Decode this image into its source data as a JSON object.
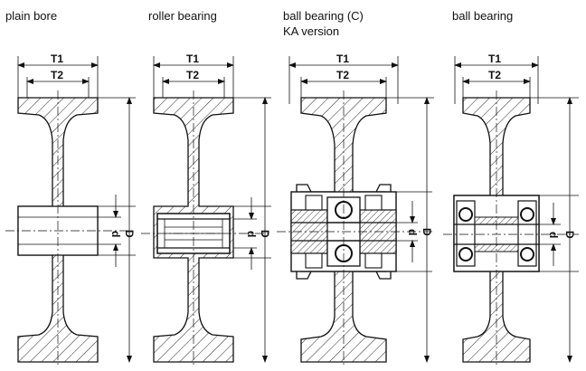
{
  "captions": {
    "plain_bore": "plain bore",
    "roller_bearing": "roller bearing",
    "ball_bearing_c": "ball bearing (C)",
    "ka_version": "KA version",
    "ball_bearing": "ball bearing"
  },
  "dimensions": {
    "T1": "T1",
    "T2": "T2",
    "d": "d",
    "D": "D"
  }
}
